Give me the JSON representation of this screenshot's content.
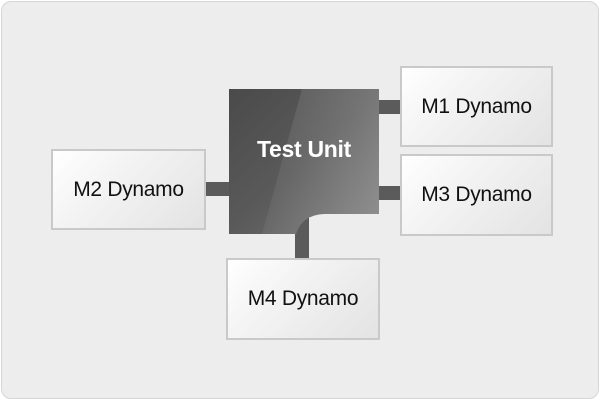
{
  "diagram": {
    "hub": {
      "label": "Test Unit",
      "color": "#5d5d5d"
    },
    "nodes": [
      {
        "id": "m1",
        "label": "M1 Dynamo"
      },
      {
        "id": "m2",
        "label": "M2 Dynamo"
      },
      {
        "id": "m3",
        "label": "M3 Dynamo"
      },
      {
        "id": "m4",
        "label": "M4 Dynamo"
      }
    ],
    "edges": [
      {
        "from": "test-unit",
        "to": "m1"
      },
      {
        "from": "test-unit",
        "to": "m2"
      },
      {
        "from": "test-unit",
        "to": "m3"
      },
      {
        "from": "test-unit",
        "to": "m4"
      }
    ]
  }
}
